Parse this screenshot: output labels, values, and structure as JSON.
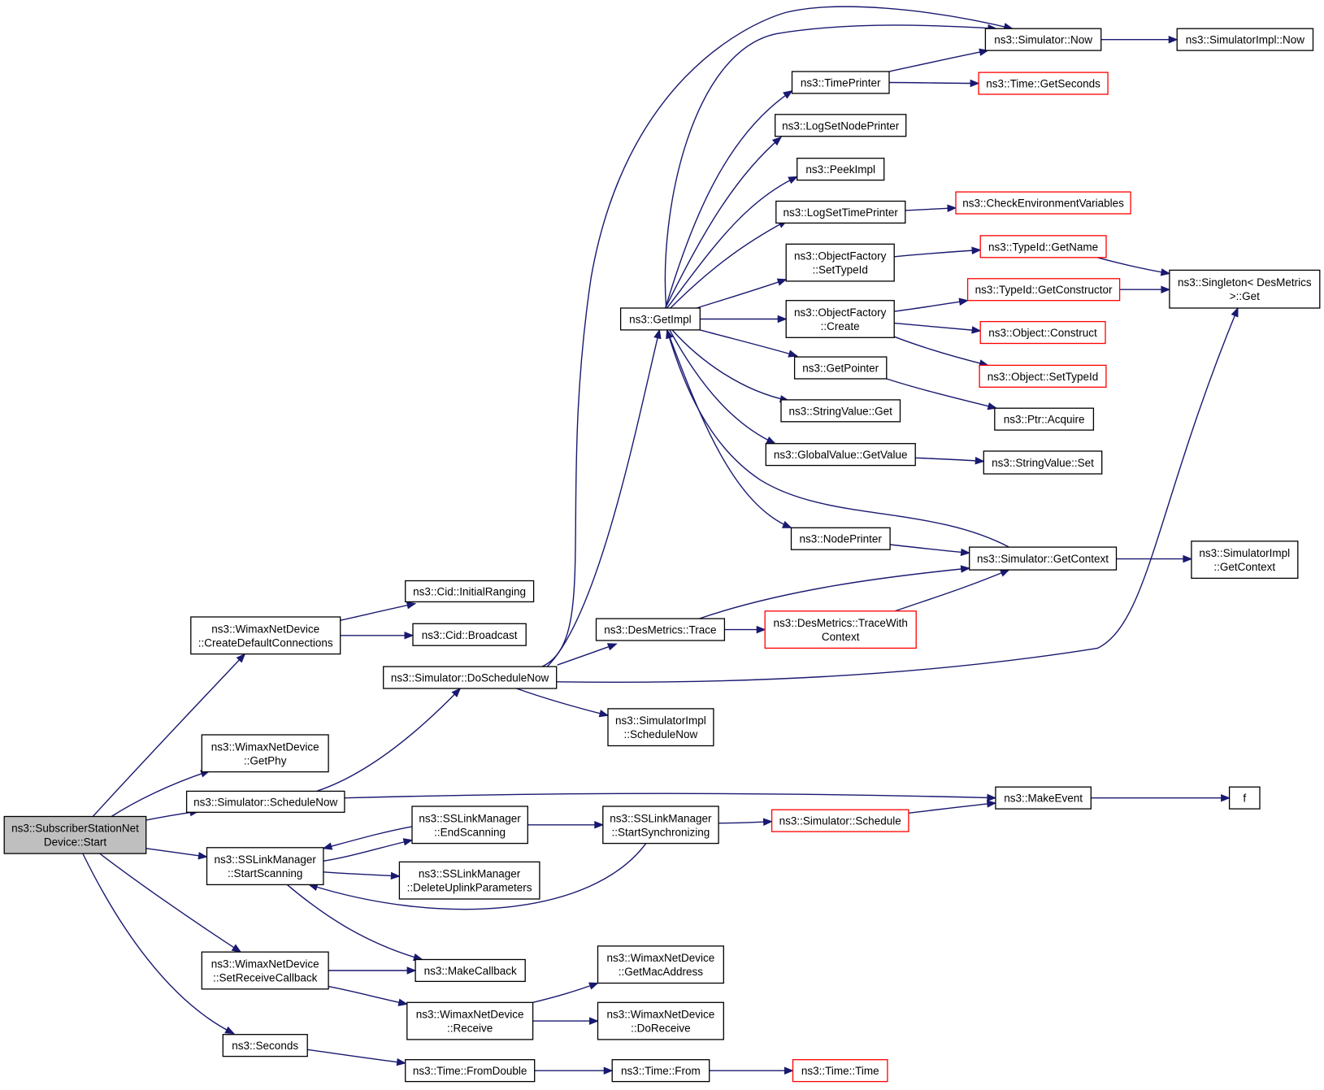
{
  "colors": {
    "edge": "#191970",
    "red_border": "#ff0000",
    "root_fill": "#bfbfbf",
    "node_border": "#000000"
  },
  "nodes": {
    "root": [
      "ns3::SubscriberStationNet",
      "Device::Start"
    ],
    "create_default_connections": [
      "ns3::WimaxNetDevice",
      "::CreateDefaultConnections"
    ],
    "get_phy": [
      "ns3::WimaxNetDevice",
      "::GetPhy"
    ],
    "schedule_now": [
      "ns3::Simulator::ScheduleNow"
    ],
    "start_scanning": [
      "ns3::SSLinkManager",
      "::StartScanning"
    ],
    "set_receive_callback": [
      "ns3::WimaxNetDevice",
      "::SetReceiveCallback"
    ],
    "seconds": [
      "ns3::Seconds"
    ],
    "cid_initial_ranging": [
      "ns3::Cid::InitialRanging"
    ],
    "cid_broadcast": [
      "ns3::Cid::Broadcast"
    ],
    "do_schedule_now": [
      "ns3::Simulator::DoScheduleNow"
    ],
    "end_scanning": [
      "ns3::SSLinkManager",
      "::EndScanning"
    ],
    "delete_uplink_parameters": [
      "ns3::SSLinkManager",
      "::DeleteUplinkParameters"
    ],
    "make_callback": [
      "ns3::MakeCallback"
    ],
    "receive": [
      "ns3::WimaxNetDevice",
      "::Receive"
    ],
    "from_double": [
      "ns3::Time::FromDouble"
    ],
    "get_impl": [
      "ns3::GetImpl"
    ],
    "des_metrics_trace": [
      "ns3::DesMetrics::Trace"
    ],
    "simulator_impl_schedule_now": [
      "ns3::SimulatorImpl",
      "::ScheduleNow"
    ],
    "start_synchronizing": [
      "ns3::SSLinkManager",
      "::StartSynchronizing"
    ],
    "get_mac_address": [
      "ns3::WimaxNetDevice",
      "::GetMacAddress"
    ],
    "do_receive": [
      "ns3::WimaxNetDevice",
      "::DoReceive"
    ],
    "time_from": [
      "ns3::Time::From"
    ],
    "time_printer": [
      "ns3::TimePrinter"
    ],
    "log_set_node_printer": [
      "ns3::LogSetNodePrinter"
    ],
    "peek_impl": [
      "ns3::PeekImpl"
    ],
    "log_set_time_printer": [
      "ns3::LogSetTimePrinter"
    ],
    "object_factory_set_type_id": [
      "ns3::ObjectFactory",
      "::SetTypeId"
    ],
    "object_factory_create": [
      "ns3::ObjectFactory",
      "::Create"
    ],
    "get_pointer": [
      "ns3::GetPointer"
    ],
    "string_value_get": [
      "ns3::StringValue::Get"
    ],
    "global_value_get_value": [
      "ns3::GlobalValue::GetValue"
    ],
    "node_printer": [
      "ns3::NodePrinter"
    ],
    "trace_with_context": [
      "ns3::DesMetrics::TraceWith",
      "Context"
    ],
    "simulator_schedule": [
      "ns3::Simulator::Schedule"
    ],
    "simulator_now": [
      "ns3::Simulator::Now"
    ],
    "time_get_seconds": [
      "ns3::Time::GetSeconds"
    ],
    "check_environment_variables": [
      "ns3::CheckEnvironmentVariables"
    ],
    "type_id_get_name": [
      "ns3::TypeId::GetName"
    ],
    "type_id_get_constructor": [
      "ns3::TypeId::GetConstructor"
    ],
    "object_construct": [
      "ns3::Object::Construct"
    ],
    "object_set_type_id": [
      "ns3::Object::SetTypeId"
    ],
    "ptr_acquire": [
      "ns3::Ptr::Acquire"
    ],
    "string_value_set": [
      "ns3::StringValue::Set"
    ],
    "simulator_get_context": [
      "ns3::Simulator::GetContext"
    ],
    "make_event": [
      "ns3::MakeEvent"
    ],
    "time_time": [
      "ns3::Time::Time"
    ],
    "simulator_impl_now": [
      "ns3::SimulatorImpl::Now"
    ],
    "singleton_get": [
      "ns3::Singleton< DesMetrics",
      " >::Get"
    ],
    "simulator_impl_get_context": [
      "ns3::SimulatorImpl",
      "::GetContext"
    ],
    "f": [
      "f"
    ]
  }
}
